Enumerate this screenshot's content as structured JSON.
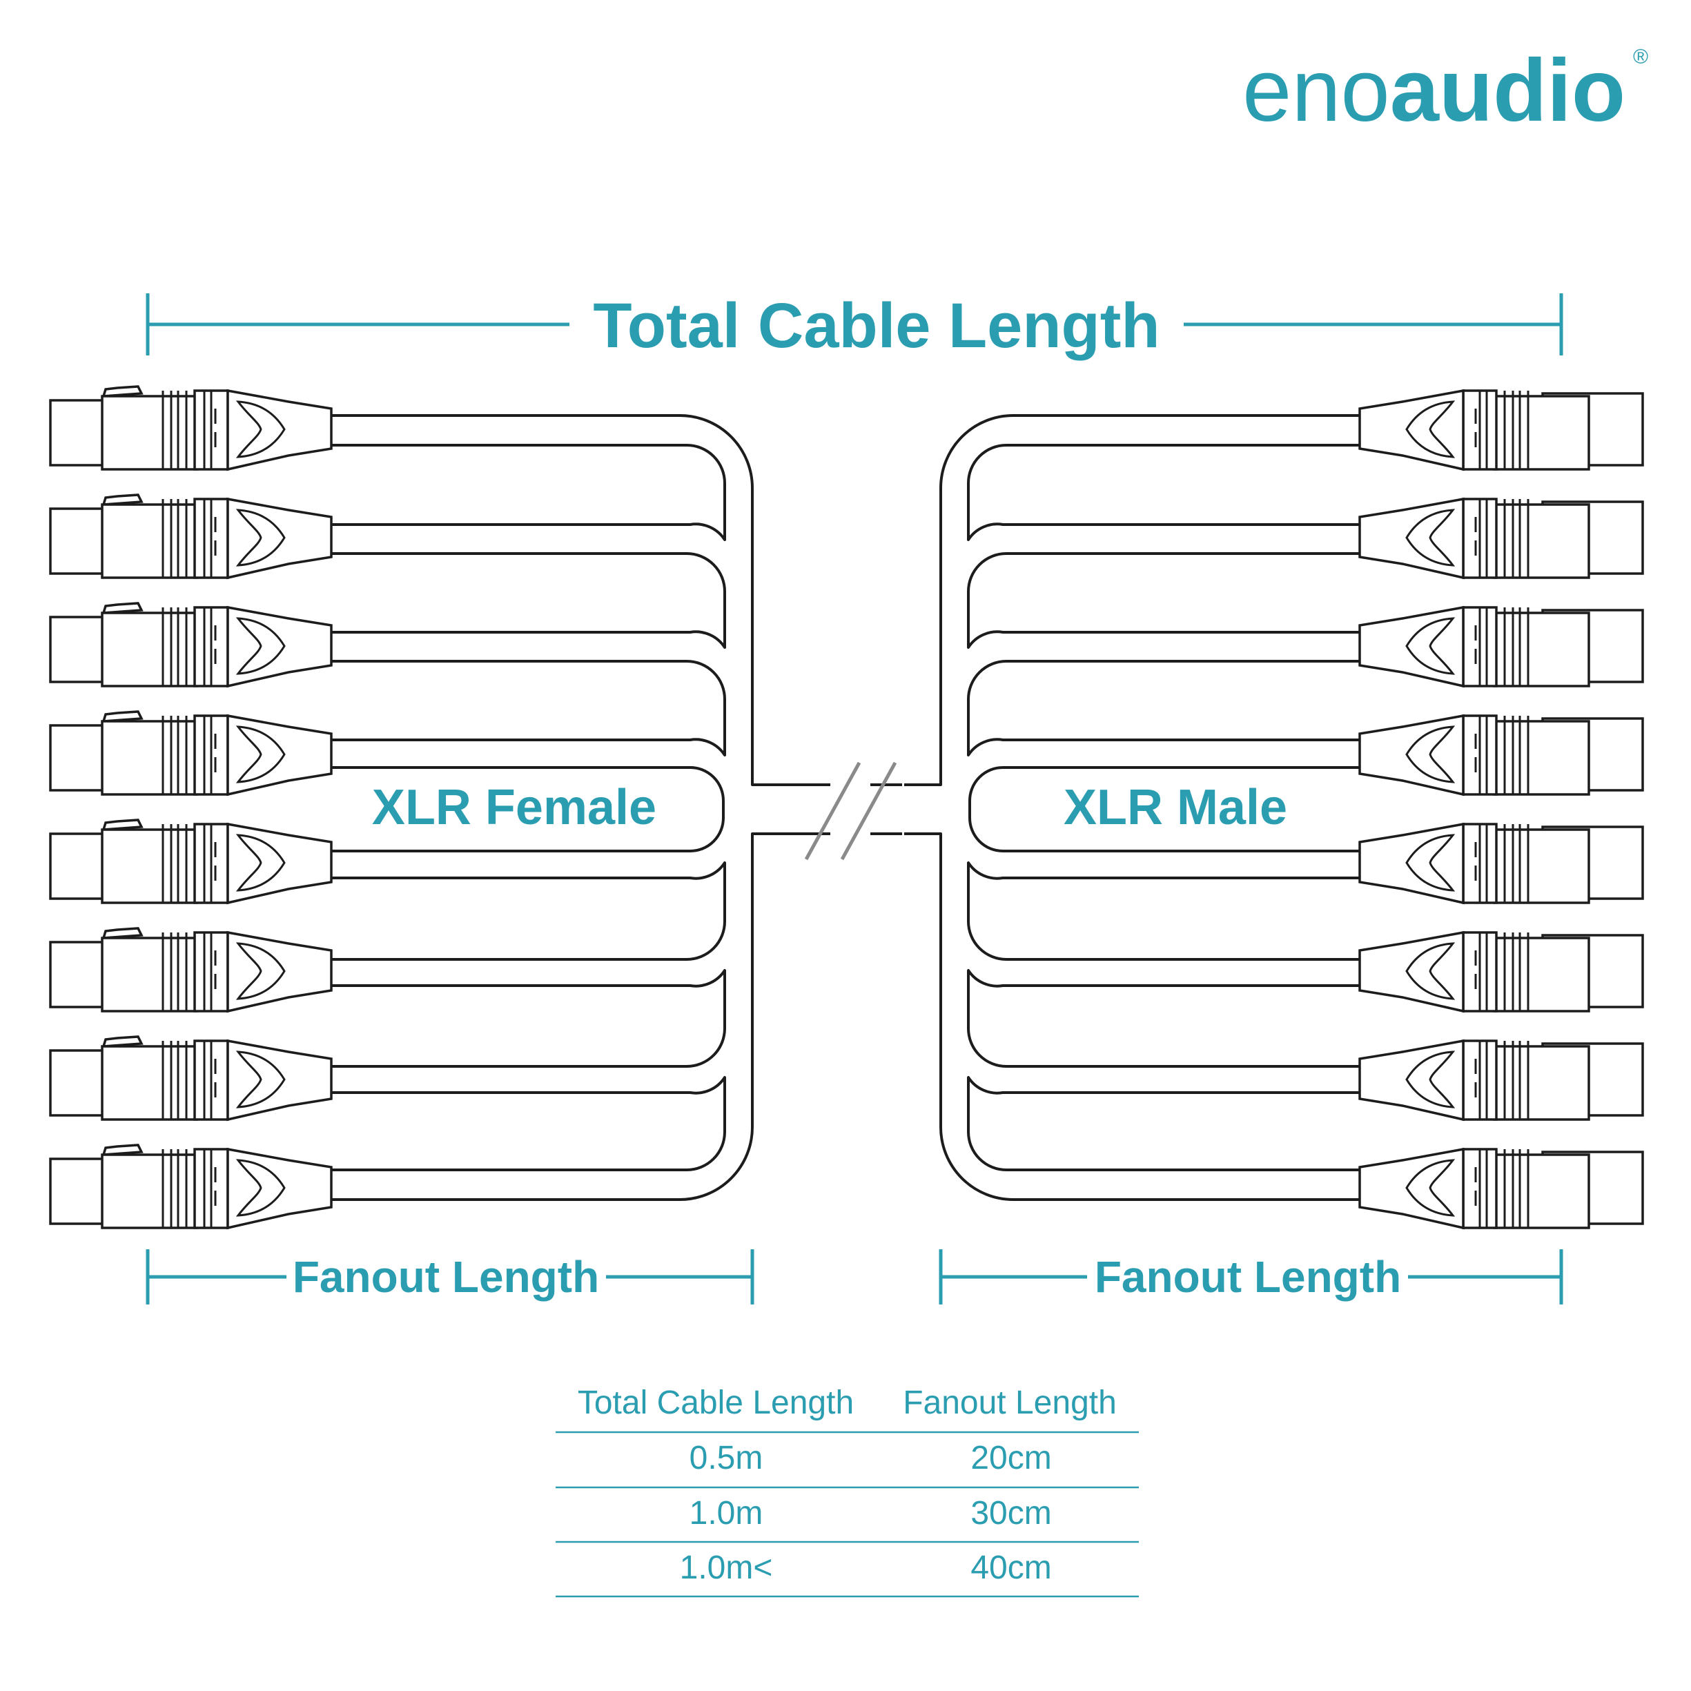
{
  "brand": {
    "light_part": "eno",
    "bold_part": "audio",
    "mark": "®"
  },
  "header": {
    "total_length_label": "Total Cable Length"
  },
  "connectors": {
    "left_label": "XLR Female",
    "right_label": "XLR Male",
    "channels_per_side": 8
  },
  "footer": {
    "left_fanout_label": "Fanout Length",
    "right_fanout_label": "Fanout Length"
  },
  "spec_table": {
    "headers": [
      "Total Cable Length",
      "Fanout Length"
    ],
    "rows": [
      [
        "0.5m",
        "20cm"
      ],
      [
        "1.0m",
        "30cm"
      ],
      [
        "1.0m<",
        "40cm"
      ]
    ]
  },
  "colors": {
    "accent": "#2b9db0",
    "line": "#1c1c1c",
    "break": "#8a8a8a"
  }
}
